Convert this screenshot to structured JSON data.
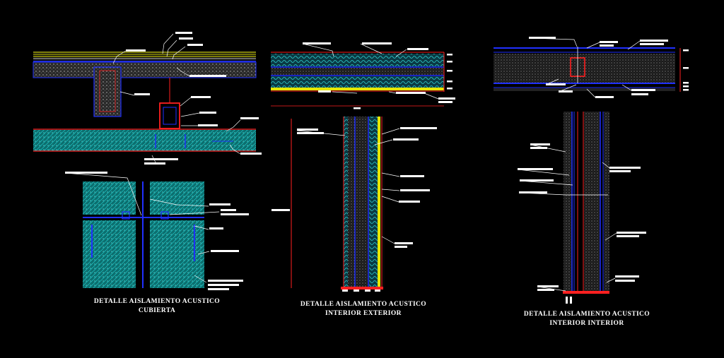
{
  "colors": {
    "background": "#000000",
    "leader": "#ffffff",
    "label_block": "#ffffff",
    "insulation_cyan": "#14a0a0",
    "concrete_grey": "#8a8a8a",
    "structure_blue": "#2030ff",
    "membrane_yellow": "#e6e600",
    "section_red": "#ff2020"
  },
  "titles": {
    "cubierta": [
      "DETALLE AISLAMIENTO ACUSTICO",
      "CUBIERTA"
    ],
    "interior_exterior": [
      "DETALLE AISLAMIENTO ACUSTICO",
      "INTERIOR EXTERIOR"
    ],
    "interior_interior": [
      "DETALLE AISLAMIENTO ACUSTICO",
      "INTERIOR INTERIOR"
    ]
  }
}
